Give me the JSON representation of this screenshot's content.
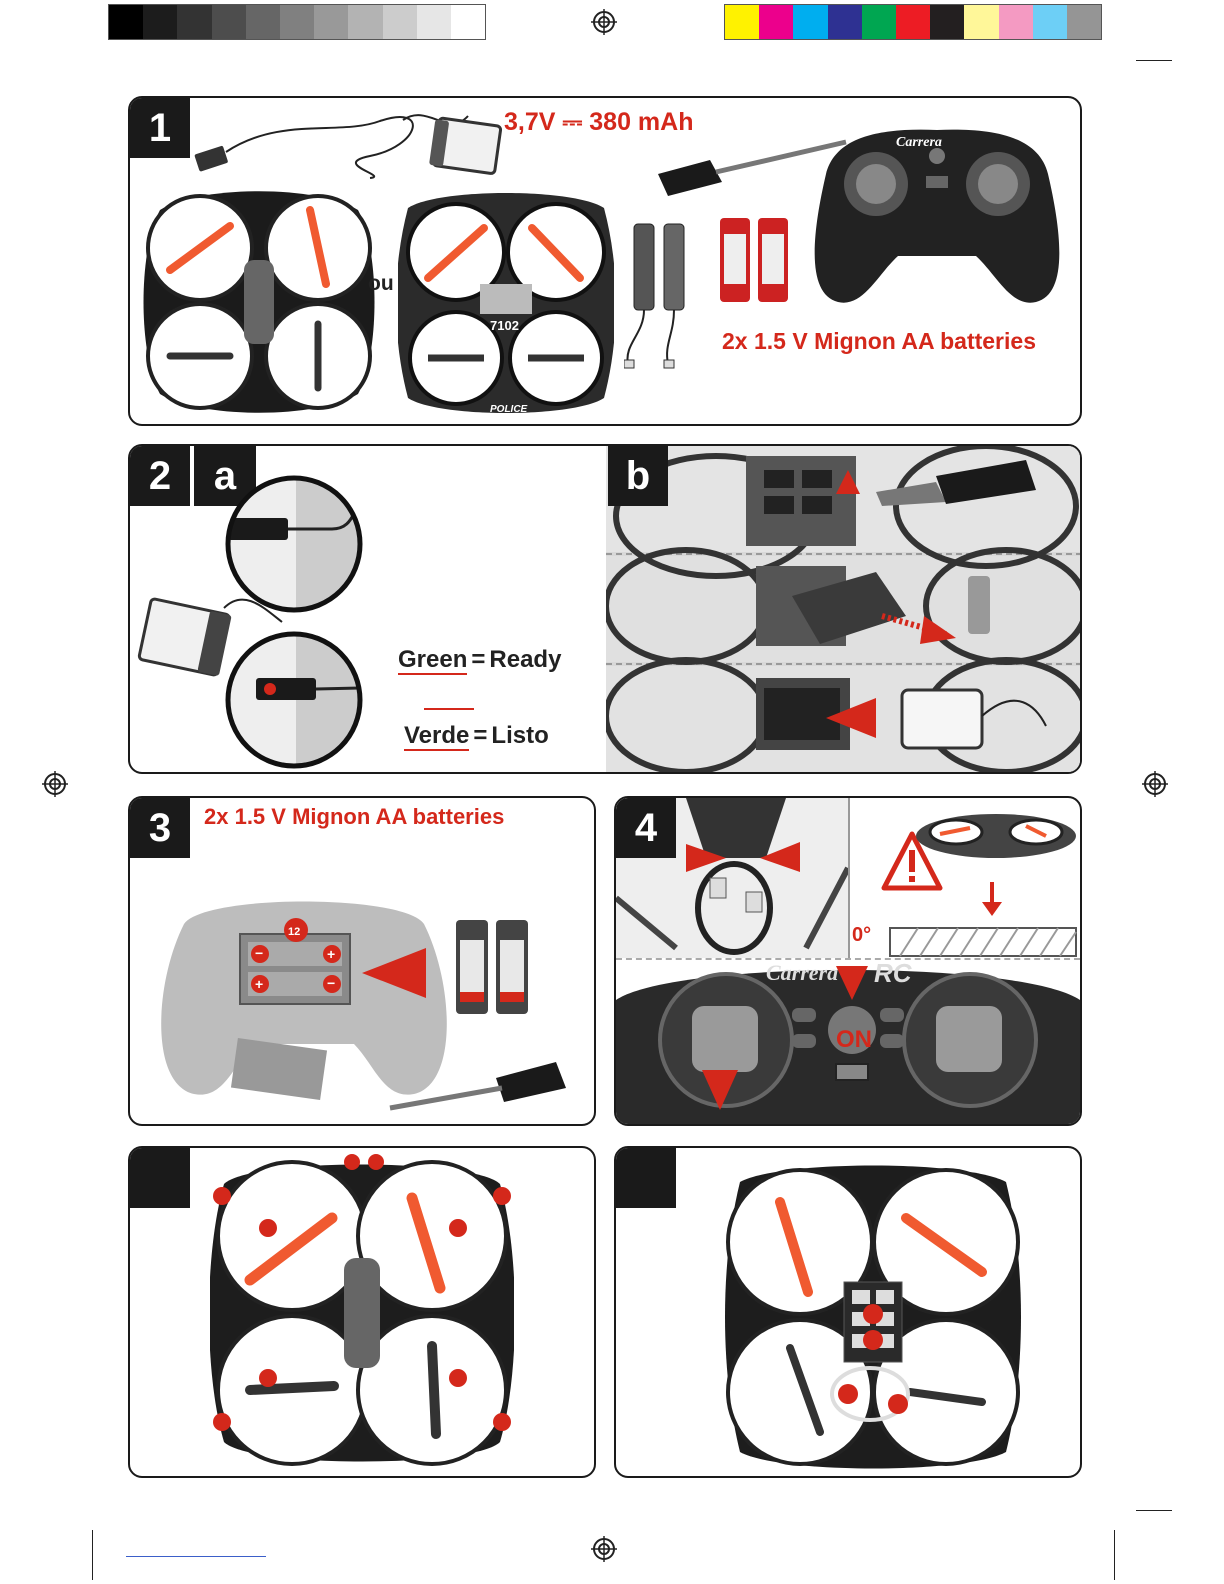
{
  "panels": {
    "p1": {
      "tab": "1",
      "battery_spec": "3,7V ⎓ 380 mAh",
      "or_label": "ou",
      "aa_label": "2x 1.5 V Mignon AA batteries",
      "drone_label": "7102",
      "police_label": "POLICE"
    },
    "p2": {
      "tab": "2",
      "sub_a": "a",
      "sub_b": "b",
      "green": "Green",
      "ready": "Ready",
      "verde": "Verde",
      "listo": "Listo",
      "eq": "="
    },
    "p3": {
      "tab": "3",
      "aa_label": "2x 1.5 V Mignon AA batteries",
      "badge": "12"
    },
    "p4": {
      "tab": "4",
      "angle": "0°",
      "on_label": "ON"
    },
    "p5": {
      "tab": ""
    },
    "p6": {
      "tab": ""
    }
  },
  "brand": {
    "name": "Carrera",
    "sub": "RC"
  },
  "colors": {
    "accent_red": "#d4281b",
    "prop_orange": "#f05a30",
    "dark": "#1a1a1a"
  },
  "color_bar_left": [
    "#000000",
    "#1c1c1c",
    "#333333",
    "#4d4d4d",
    "#666666",
    "#808080",
    "#999999",
    "#b3b3b3",
    "#cccccc",
    "#e6e6e6",
    "#ffffff"
  ],
  "color_bar_right": [
    "#fff200",
    "#ec008c",
    "#00aeef",
    "#2e3192",
    "#00a651",
    "#ed1c24",
    "#231f20",
    "#fff799",
    "#f49ac2",
    "#6dcff6",
    "#959595"
  ]
}
